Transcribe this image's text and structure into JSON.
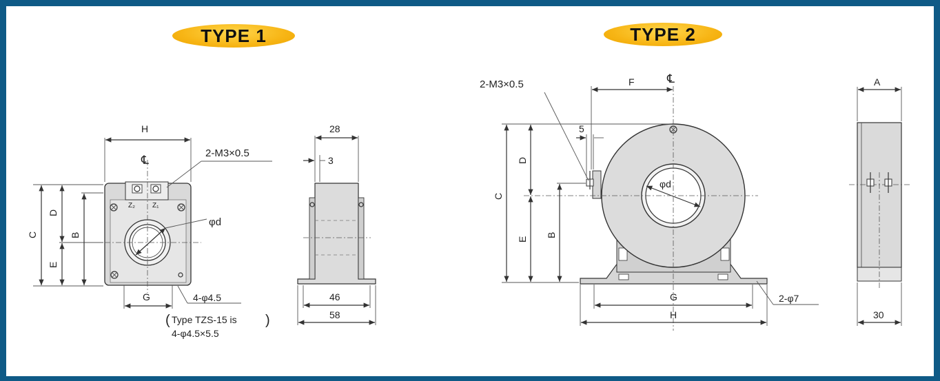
{
  "type1": {
    "badge": "TYPE 1",
    "labels": {
      "H": "H",
      "CL": "℄",
      "screw": "2-M3×0.5",
      "phi_d": "φd",
      "C": "C",
      "D": "D",
      "B": "B",
      "E": "E",
      "G": "G",
      "mount_holes": "4-φ4.5",
      "note_line1": "Type TZS-15 is",
      "note_line2": "4-φ4.5×5.5",
      "z2": "Z₂",
      "z1": "Z₁"
    },
    "side": {
      "w28": "28",
      "w3": "3",
      "w46": "46",
      "w58": "58"
    }
  },
  "type2": {
    "badge": "TYPE 2",
    "labels": {
      "screw": "2-M3×0.5",
      "F": "F",
      "CL": "℄",
      "five": "5",
      "C": "C",
      "D": "D",
      "B": "B",
      "E": "E",
      "phi_d": "φd",
      "G": "G",
      "H": "H",
      "holes": "2-φ7"
    },
    "side": {
      "A": "A",
      "w30": "30"
    }
  },
  "colors": {
    "frame": "#0f5a86",
    "badge": "#f7b515",
    "body": "#dcdcdc",
    "line": "#333333"
  }
}
